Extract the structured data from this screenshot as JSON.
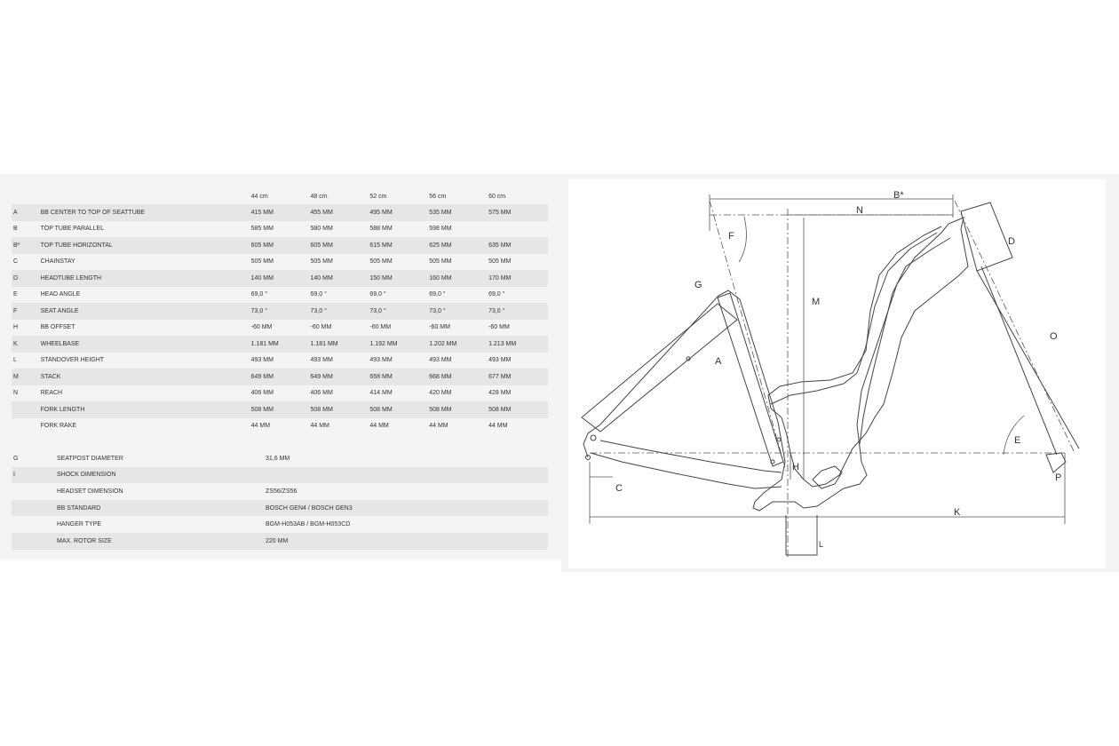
{
  "geometry": {
    "sizes": [
      "44 cm",
      "48 cm",
      "52 cm",
      "56 cm",
      "60 cm"
    ],
    "rows": [
      {
        "code": "A",
        "label": "BB CENTER TO TOP OF SEATTUBE",
        "values": [
          "415 MM",
          "455 MM",
          "495 MM",
          "535 MM",
          "575 MM"
        ]
      },
      {
        "code": "B",
        "label": "TOP TUBE PARALLEL",
        "values": [
          "585 MM",
          "580 MM",
          "588 MM",
          "598 MM",
          ""
        ]
      },
      {
        "code": "B*",
        "label": "TOP TUBE HORIZONTAL",
        "values": [
          "605 MM",
          "605 MM",
          "615 MM",
          "625 MM",
          "635 MM"
        ]
      },
      {
        "code": "C",
        "label": "CHAINSTAY",
        "values": [
          "505 MM",
          "505 MM",
          "505 MM",
          "505 MM",
          "505 MM"
        ]
      },
      {
        "code": "D",
        "label": "HEADTUBE LENGTH",
        "values": [
          "140 MM",
          "140 MM",
          "150 MM",
          "160 MM",
          "170 MM"
        ]
      },
      {
        "code": "E",
        "label": "HEAD ANGLE",
        "values": [
          "69,0 °",
          "69,0 °",
          "69,0 °",
          "69,0 °",
          "69,0 °"
        ]
      },
      {
        "code": "F",
        "label": "SEAT ANGLE",
        "values": [
          "73,0 °",
          "73,0 °",
          "73,0 °",
          "73,0 °",
          "73,0 °"
        ]
      },
      {
        "code": "H",
        "label": "BB OFFSET",
        "values": [
          "-60 MM",
          "-60 MM",
          "-60 MM",
          "-60 MM",
          "-60 MM"
        ]
      },
      {
        "code": "K",
        "label": "WHEELBASE",
        "values": [
          "1.181 MM",
          "1.181 MM",
          "1.192 MM",
          "1.202 MM",
          "1.213 MM"
        ]
      },
      {
        "code": "L",
        "label": "STANDOVER HEIGHT",
        "values": [
          "493 MM",
          "493 MM",
          "493 MM",
          "493 MM",
          "493 MM"
        ]
      },
      {
        "code": "M",
        "label": "STACK",
        "values": [
          "649 MM",
          "649 MM",
          "658 MM",
          "668 MM",
          "677 MM"
        ]
      },
      {
        "code": "N",
        "label": "REACH",
        "values": [
          "406 MM",
          "406 MM",
          "414 MM",
          "420 MM",
          "428 MM"
        ]
      },
      {
        "code": "",
        "label": "FORK LENGTH",
        "values": [
          "508 MM",
          "508 MM",
          "508 MM",
          "508 MM",
          "508 MM"
        ]
      },
      {
        "code": "",
        "label": "FORK RAKE",
        "values": [
          "44 MM",
          "44 MM",
          "44 MM",
          "44 MM",
          "44 MM"
        ]
      }
    ]
  },
  "specs": [
    {
      "code": "G",
      "label": "SEATPOST DIAMETER",
      "value": "31,6 MM"
    },
    {
      "code": "I",
      "label": "SHOCK DIMENSION",
      "value": ""
    },
    {
      "code": "",
      "label": "HEADSET DIMENSION",
      "value": "ZS56/ZS56"
    },
    {
      "code": "",
      "label": "BB STANDARD",
      "value": "BOSCH GEN4 / BOSCH GEN3"
    },
    {
      "code": "",
      "label": "HANGER TYPE",
      "value": "BGM-H053AB / BGM-H053CD"
    },
    {
      "code": "",
      "label": "MAX. ROTOR SIZE",
      "value": "220 MM"
    }
  ],
  "diagram": {
    "labels": {
      "bstar": "B*",
      "n": "N",
      "d": "D",
      "f": "F",
      "g": "G",
      "m": "M",
      "a": "A",
      "o": "O",
      "e": "E",
      "h": "H",
      "c": "C",
      "k": "K",
      "p": "P",
      "l": "L"
    }
  }
}
